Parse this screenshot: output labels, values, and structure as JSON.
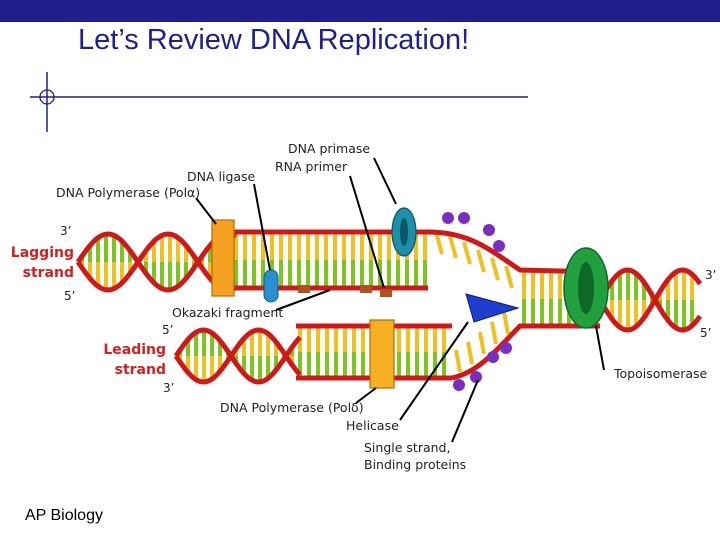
{
  "slide": {
    "title": "Let’s Review DNA Replication!",
    "footer": "AP Biology"
  },
  "diagram": {
    "labels": {
      "dna_primase": "DNA primase",
      "rna_primer": "RNA primer",
      "dna_ligase": "DNA ligase",
      "dna_pol_alpha": "DNA Polymerase (Polα)",
      "okazaki": "Okazaki fragment",
      "dna_pol_delta": "DNA Polymerase (Polδ)",
      "helicase": "Helicase",
      "ssb_line1": "Single strand,",
      "ssb_line2": "Binding proteins",
      "topoisomerase": "Topoisomerase",
      "lagging_line1": "Lagging",
      "lagging_line2": "strand",
      "leading_line1": "Leading",
      "leading_line2": "strand"
    },
    "primes": {
      "lag_left_top": "3’",
      "lag_left_bottom": "5’",
      "lead_left_top": "5’",
      "lead_left_bottom": "3’",
      "right_top": "3’",
      "right_bottom": "5’"
    },
    "colors": {
      "backbone_red": "#d01818",
      "base_green": "#7ac51e",
      "base_yellow": "#f0c020",
      "polymerase_orange": "#f4a020",
      "ligase_blue": "#2a8fd0",
      "primase_teal": "#1d8fa8",
      "topoisomerase_green": "#22a040",
      "ssb_purple": "#7a2ec0",
      "helicase_blue": "#1e3ed0",
      "rna_primer_brown": "#b0501c",
      "title_blue": "#1f1f8f"
    }
  }
}
